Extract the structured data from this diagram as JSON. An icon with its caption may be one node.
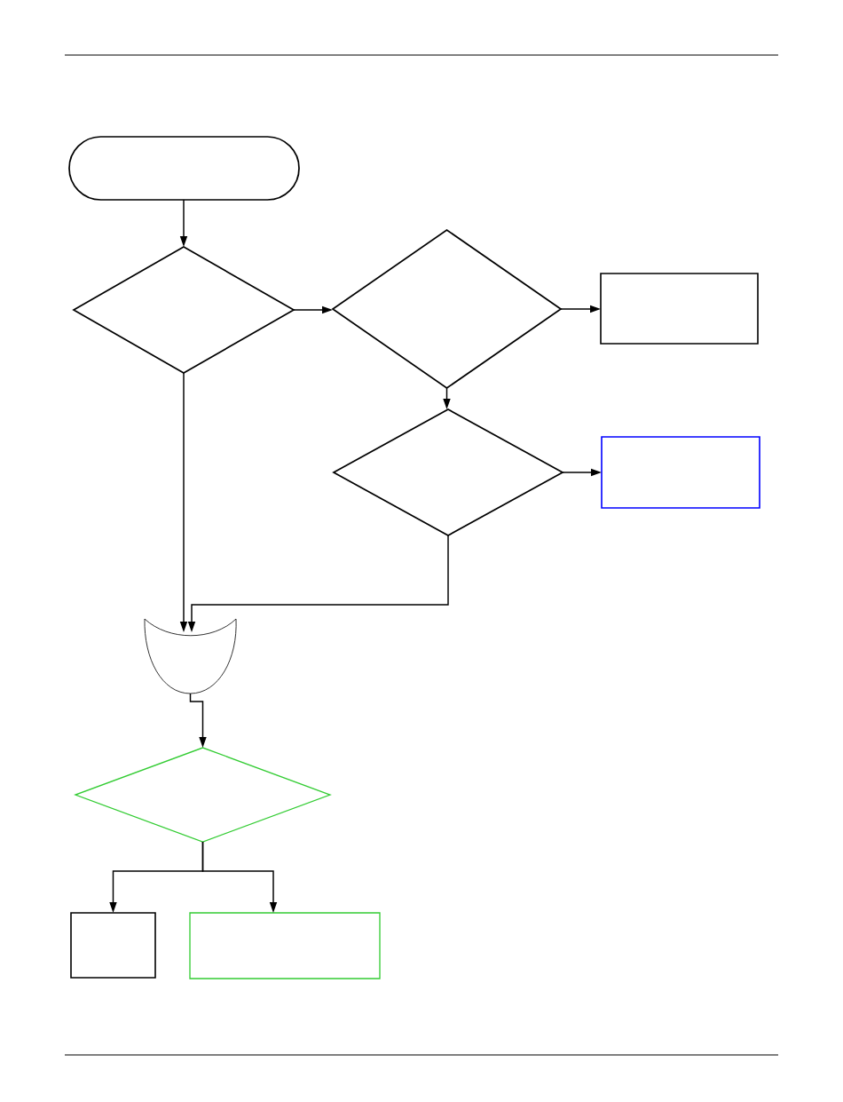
{
  "diagram": {
    "nodes": [
      {
        "text": [],
        "shape": "oval"
      },
      {
        "text": [],
        "shape": "diamond"
      },
      {
        "text": [],
        "shape": "diamond"
      },
      {
        "text": [],
        "shape": "box"
      },
      {
        "text": [],
        "shape": "diamond"
      },
      {
        "text": [],
        "shape": "box"
      },
      {
        "text": [],
        "shape": "merge"
      },
      {
        "text": [],
        "shape": "diamond"
      },
      {
        "text": [],
        "shape": "box"
      },
      {
        "text": [],
        "shape": "box"
      }
    ],
    "edges": [
      {
        "from": 0,
        "to": 1,
        "arrow": "to"
      },
      {
        "from": 1,
        "to": 2,
        "arrow": "to"
      },
      {
        "from": 2,
        "to": 3,
        "arrow": "to"
      },
      {
        "from": 2,
        "to": 4,
        "arrow": "to"
      },
      {
        "from": 4,
        "to": 5,
        "arrow": "to"
      },
      {
        "from": 1,
        "to": 6,
        "arrow": "to"
      },
      {
        "from": 4,
        "to": 6,
        "arrow": "to"
      },
      {
        "from": 6,
        "to": 7,
        "arrow": "to"
      },
      {
        "from": 7,
        "to": 8,
        "arrow": "to"
      },
      {
        "from": 7,
        "to": 9,
        "arrow": "to"
      }
    ]
  }
}
